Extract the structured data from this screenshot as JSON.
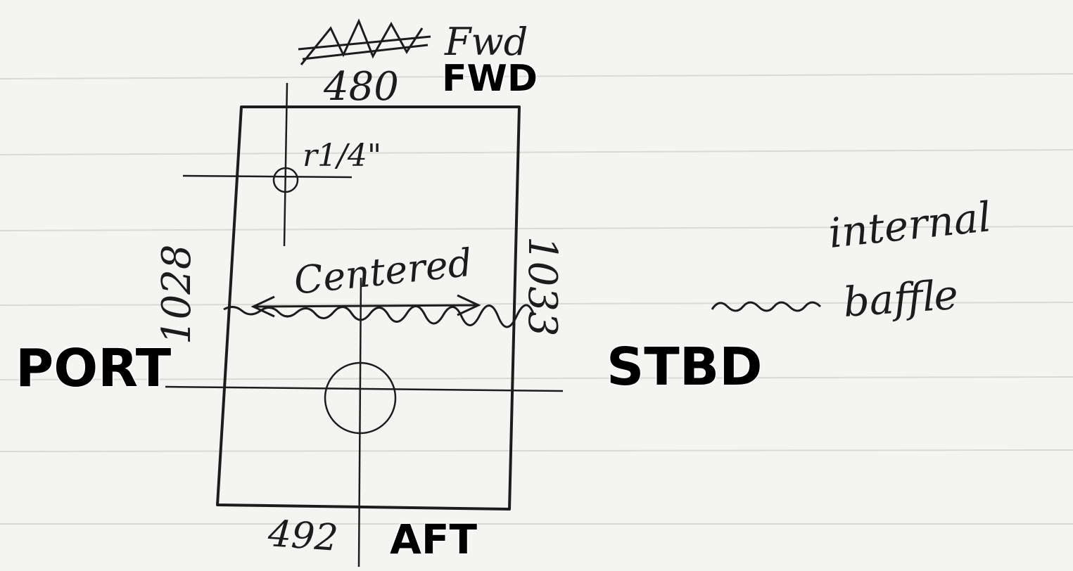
{
  "labels": {
    "fwd": "FWD",
    "aft": "AFT",
    "port": "PORT",
    "stbd": "STBD"
  },
  "handwriting": {
    "top_note": "Fwd",
    "top_dimension": "480",
    "bottom_dimension": "492",
    "left_dimension": "1028",
    "right_dimension": "1033",
    "small_hole_note": "r1/4\"",
    "center_note": "Centered",
    "side_note_line1": "internal",
    "side_note_line2": "baffle"
  },
  "colors": {
    "paper": "#f4f4f2",
    "rule_lines": "#d9d9d6",
    "ink": "#1c1c1c"
  }
}
